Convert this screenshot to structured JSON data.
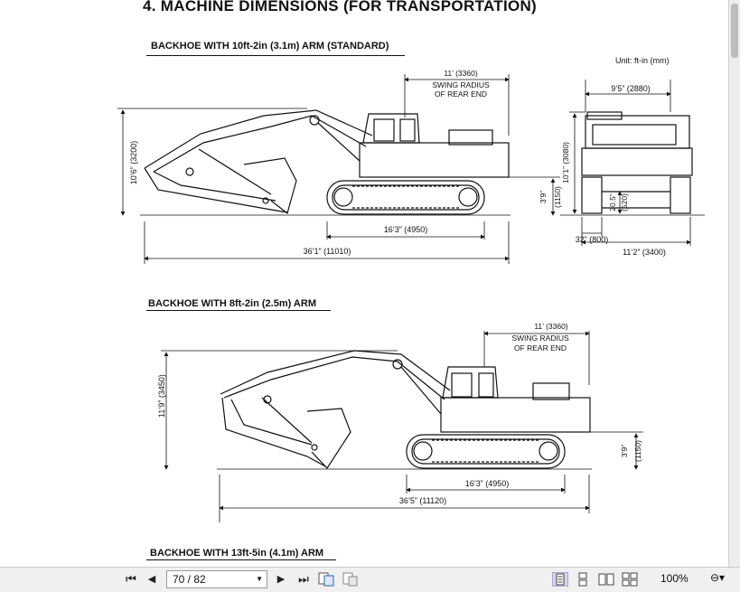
{
  "document": {
    "title": "4. MACHINE DIMENSIONS (FOR TRANSPORTATION)",
    "units": "Unit:  ft-in (mm)",
    "sections": [
      {
        "heading": "BACKHOE WITH 10ft-2in (3.1m) ARM (STANDARD)"
      },
      {
        "heading": "BACKHOE WITH 8ft-2in (2.5m) ARM"
      },
      {
        "heading": "BACKHOE WITH 13ft-5in (4.1m) ARM"
      }
    ],
    "diagram1": {
      "swing_radius": "11’ (3360)",
      "swing_label_1": "SWING RADIUS",
      "swing_label_2": "OF REAR END",
      "height": "10’6” (3200)",
      "track_height": "3’9”",
      "track_height_mm": "(1150)",
      "track_length": "16’3” (4950)",
      "overall_length": "36’1” (11010)"
    },
    "diagram_front": {
      "cab_width": "9’5” (2880)",
      "height": "10’1” (3080)",
      "ground_clearance": "20.5”",
      "ground_clearance_mm": "(520)",
      "shoe_width": "32” (800)",
      "overall_width": "11’2” (3400)"
    },
    "diagram2": {
      "swing_radius": "11’ (3360)",
      "swing_label_1": "SWING RADIUS",
      "swing_label_2": "OF REAR END",
      "height": "11’9” (3450)",
      "track_height": "3’9”",
      "track_height_mm": "(1150)",
      "track_length": "16’3” (4950)",
      "overall_length": "36’5” (11120)"
    }
  },
  "toolbar": {
    "first": "⏮",
    "prev": "◀",
    "page_value": "70 / 82",
    "next": "▶",
    "last": "⏭",
    "zoom": "100%",
    "zoom_caret": "⊖▾"
  }
}
